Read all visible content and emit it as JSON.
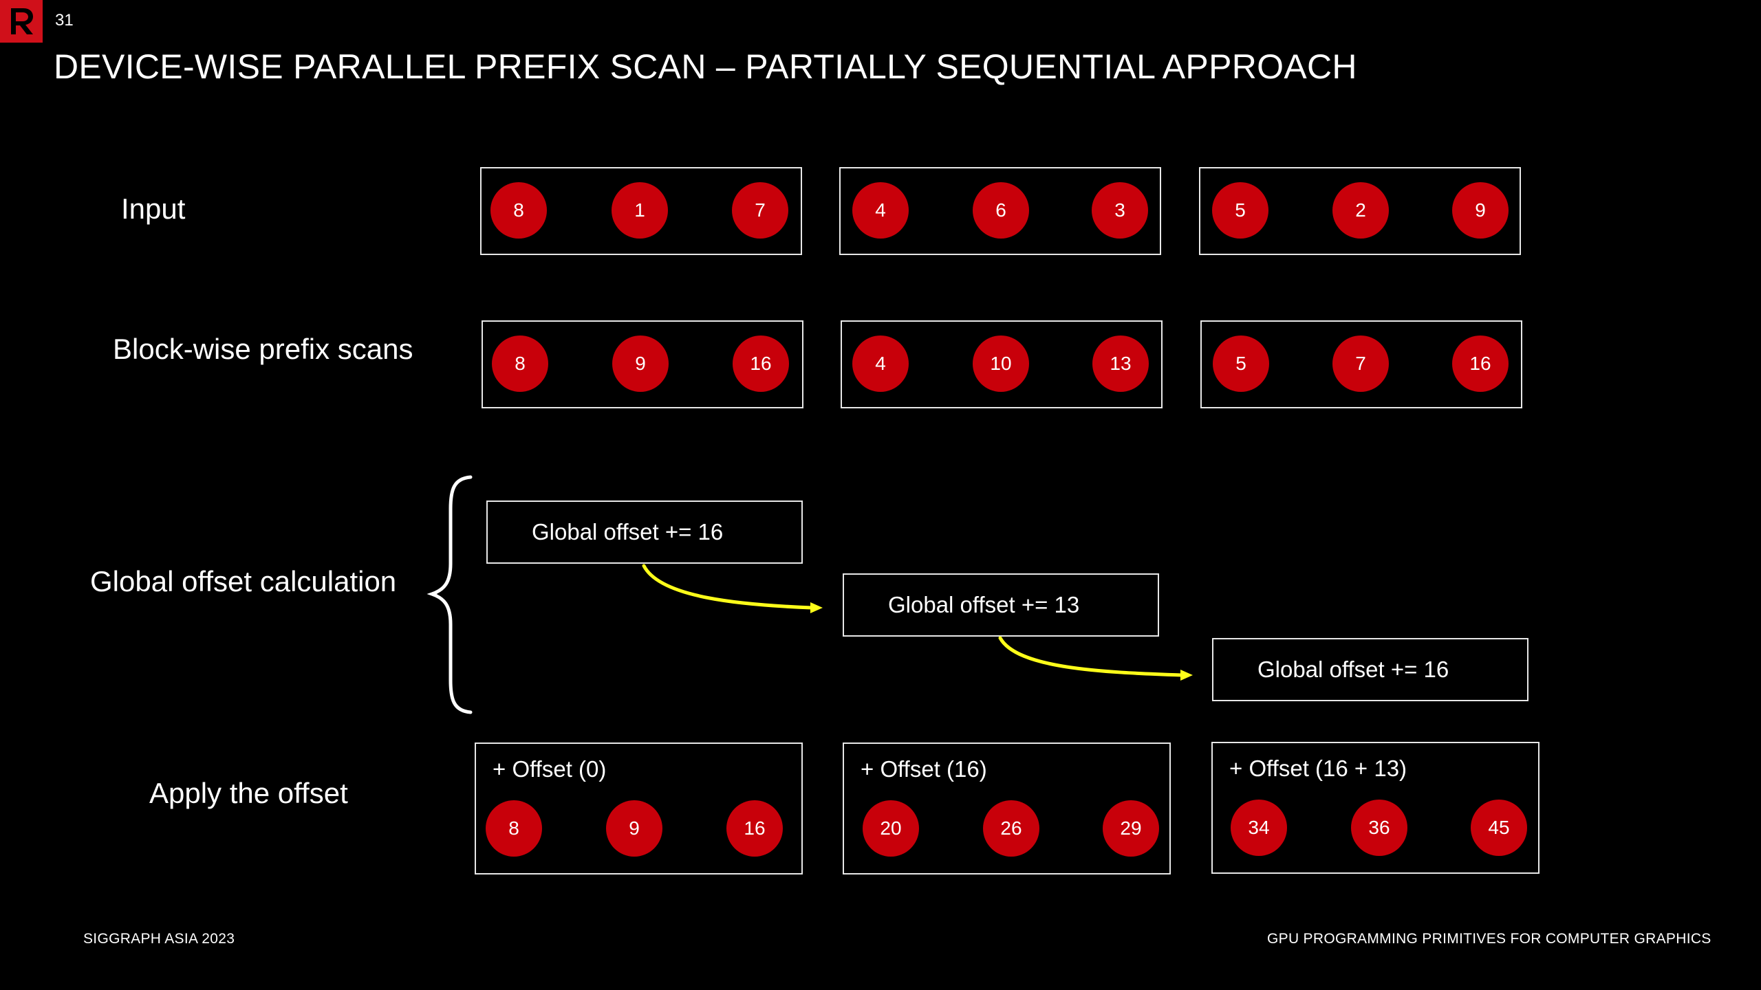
{
  "header": {
    "page_number": "31",
    "title": "DEVICE-WISE PARALLEL PREFIX SCAN – PARTIALLY SEQUENTIAL APPROACH"
  },
  "rows": {
    "input": {
      "label": "Input",
      "blocks": [
        [
          "8",
          "1",
          "7"
        ],
        [
          "4",
          "6",
          "3"
        ],
        [
          "5",
          "2",
          "9"
        ]
      ]
    },
    "blockwise": {
      "label": "Block-wise prefix scans",
      "blocks": [
        [
          "8",
          "9",
          "16"
        ],
        [
          "4",
          "10",
          "13"
        ],
        [
          "5",
          "7",
          "16"
        ]
      ]
    },
    "global": {
      "label": "Global offset calculation",
      "steps": [
        "Global offset += 16",
        "Global offset += 13",
        "Global offset += 16"
      ]
    },
    "apply": {
      "label": "Apply the offset",
      "blocks": [
        {
          "offset_label": "+ Offset (0)",
          "values": [
            "8",
            "9",
            "16"
          ]
        },
        {
          "offset_label": "+ Offset (16)",
          "values": [
            "20",
            "26",
            "29"
          ]
        },
        {
          "offset_label": "+ Offset (16 + 13)",
          "values": [
            "34",
            "36",
            "45"
          ]
        }
      ]
    }
  },
  "footer": {
    "left": "SIGGRAPH ASIA 2023",
    "right": "GPU PROGRAMMING PRIMITIVES FOR COMPUTER GRAPHICS"
  },
  "colors": {
    "accent": "#c8000a",
    "logo": "#d0101a",
    "arrow": "#ffff1a",
    "border": "#e8e8e8",
    "background": "#000000"
  }
}
